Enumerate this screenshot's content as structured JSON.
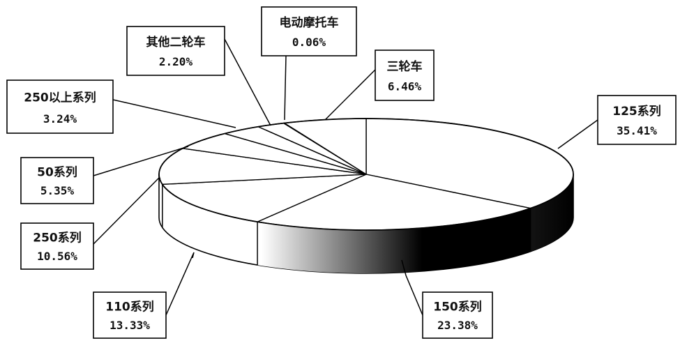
{
  "chart_data": {
    "type": "pie",
    "style": "3d",
    "slices": [
      {
        "label": "125系列",
        "value": 35.41,
        "display": "35.41%"
      },
      {
        "label": "150系列",
        "value": 23.38,
        "display": "23.38%"
      },
      {
        "label": "110系列",
        "value": 13.33,
        "display": "13.33%"
      },
      {
        "label": "250系列",
        "value": 10.56,
        "display": "10.56%"
      },
      {
        "label": "50系列",
        "value": 5.35,
        "display": "5.35%"
      },
      {
        "label": "250以上系列",
        "value": 3.24,
        "display": "3.24%"
      },
      {
        "label": "其他二轮车",
        "value": 2.2,
        "display": "2.20%"
      },
      {
        "label": "电动摩托车",
        "value": 0.06,
        "display": "0.06%"
      },
      {
        "label": "三轮车",
        "value": 6.46,
        "display": "6.46%"
      }
    ],
    "colors": {
      "fill": "#ffffff",
      "outline": "#000000",
      "shade": "#000000"
    }
  }
}
